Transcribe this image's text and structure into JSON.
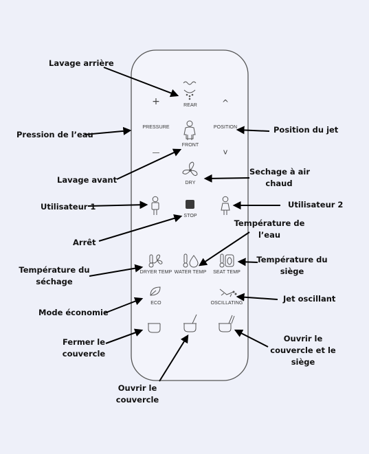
{
  "callouts": {
    "lavage_arriere": "Lavage arrière",
    "pression_eau": "Pression de l’eau",
    "position_jet": "Position du jet",
    "lavage_avant": "Lavage avant",
    "sechage_air_l1": "Sechage à air",
    "sechage_air_l2": "chaud",
    "utilisateur_1": "Utilisateur 1",
    "utilisateur_2": "Utilisateur 2",
    "temp_eau_l1": "Température de",
    "temp_eau_l2": "l’eau",
    "arret": "Arrêt",
    "temp_sechage_l1": "Température du",
    "temp_sechage_l2": "séchage",
    "temp_siege_l1": "Température du",
    "temp_siege_l2": "siège",
    "mode_eco": "Mode économie",
    "jet_oscillant": "Jet oscillant",
    "fermer_l1": "Fermer le",
    "fermer_l2": "couvercle",
    "ouvrir_siege_l1": "Ouvrir le",
    "ouvrir_siege_l2": "couvercle et le",
    "ouvrir_siege_l3": "siège",
    "ouvrir_couv_l1": "Ouvrir le",
    "ouvrir_couv_l2": "couvercle"
  },
  "remote": {
    "rear": "REAR",
    "front": "FRONT",
    "dry": "DRY",
    "stop": "STOP",
    "pressure": "PRESSURE",
    "position": "POSITION",
    "dryer_temp": "DRYER TEMP",
    "water_temp": "WATER TEMP",
    "seat_temp": "SEAT TEMP",
    "eco": "ECO",
    "oscillating": "OSCILLATING",
    "plus": "+",
    "minus": "—",
    "up": "^",
    "down": "v"
  },
  "colors": {
    "background": "#eef0f9",
    "panel_outline": "#555555",
    "icon": "#555555",
    "arrow": "#000000"
  }
}
